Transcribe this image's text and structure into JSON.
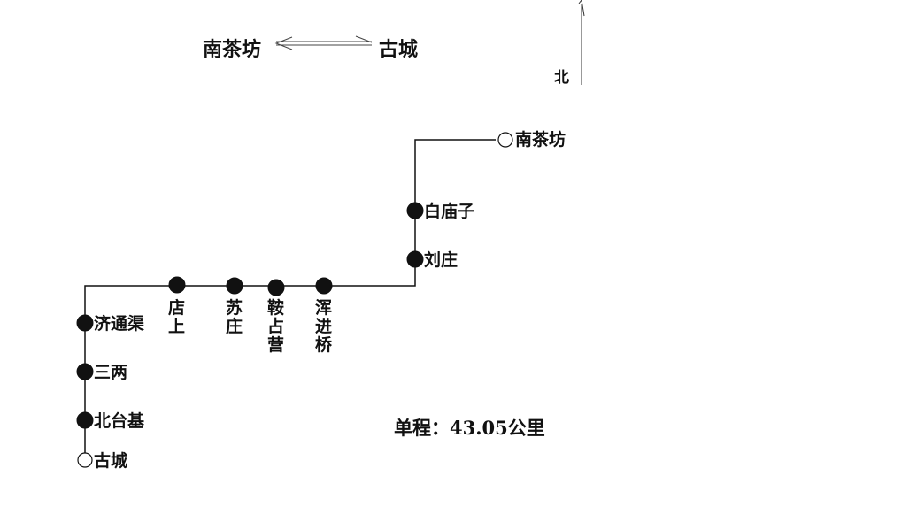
{
  "header": {
    "from": "南茶坊",
    "to": "古城",
    "north_label": "北"
  },
  "route": {
    "line_color": "#111111",
    "stations": [
      {
        "name": "南茶坊",
        "type": "terminal"
      },
      {
        "name": "白庙子",
        "type": "stop"
      },
      {
        "name": "刘庄",
        "type": "stop"
      },
      {
        "name": "浑进桥",
        "type": "stop"
      },
      {
        "name": "鞍占营",
        "type": "stop"
      },
      {
        "name": "苏庄",
        "type": "stop"
      },
      {
        "name": "店上",
        "type": "stop"
      },
      {
        "name": "济通渠",
        "type": "stop"
      },
      {
        "name": "三两",
        "type": "stop"
      },
      {
        "name": "北台基",
        "type": "stop"
      },
      {
        "name": "古城",
        "type": "terminal"
      }
    ]
  },
  "distance": "单程：43.05公里"
}
